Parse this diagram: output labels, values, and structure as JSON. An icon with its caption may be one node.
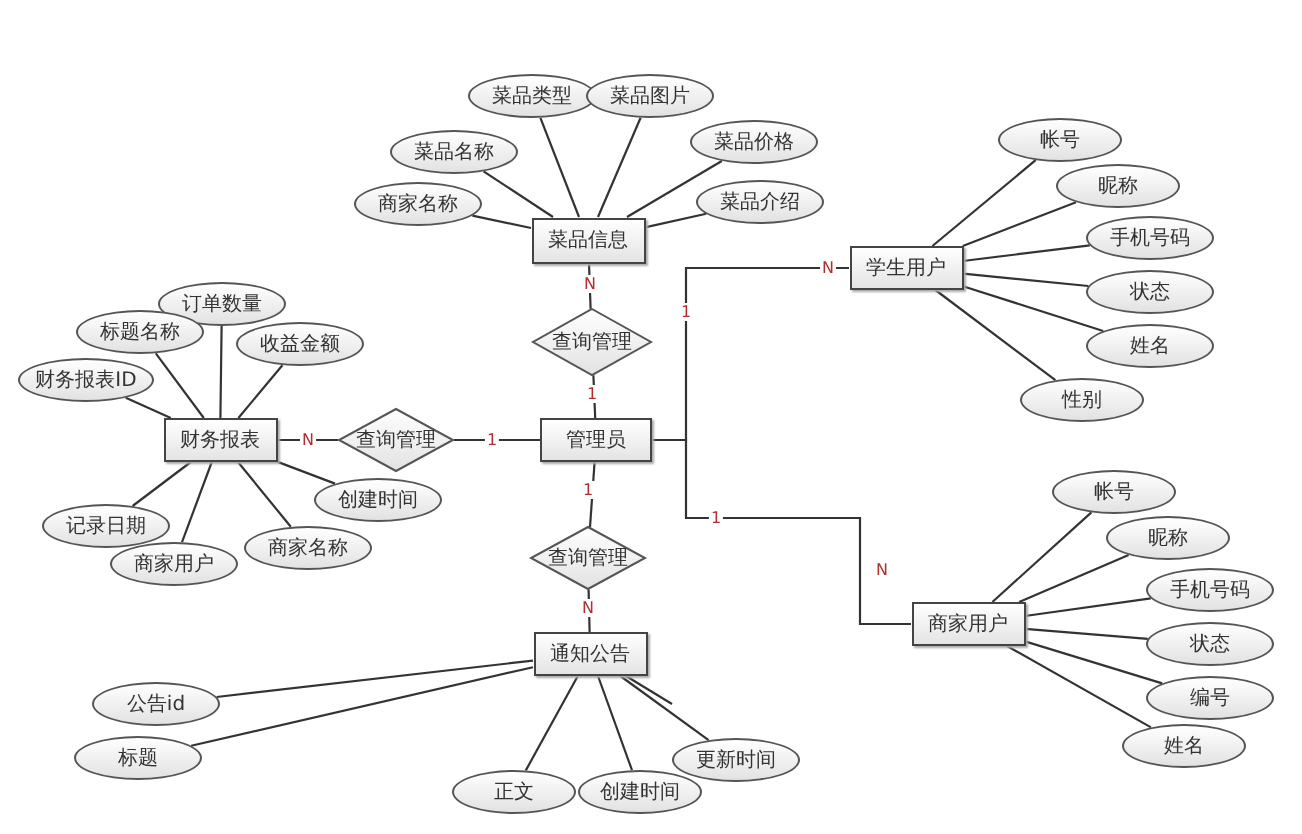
{
  "diagram": {
    "nodes": [
      {
        "text": [
          "菜品信息"
        ]
      },
      {
        "text": [
          "菜品类型"
        ]
      },
      {
        "text": [
          "菜品图片"
        ]
      },
      {
        "text": [
          "菜品名称"
        ]
      },
      {
        "text": [
          "菜品价格"
        ]
      },
      {
        "text": [
          "商家名称"
        ]
      },
      {
        "text": [
          "菜品介绍"
        ]
      },
      {
        "text": [
          "学生用户"
        ]
      },
      {
        "text": [
          "帐号"
        ]
      },
      {
        "text": [
          "昵称"
        ]
      },
      {
        "text": [
          "手机号码"
        ]
      },
      {
        "text": [
          "状态"
        ]
      },
      {
        "text": [
          "姓名"
        ]
      },
      {
        "text": [
          "性别"
        ]
      },
      {
        "text": [
          "查询管理"
        ]
      },
      {
        "text": [
          "管理员"
        ]
      },
      {
        "text": [
          "财务报表"
        ]
      },
      {
        "text": [
          "查询管理"
        ]
      },
      {
        "text": [
          "订单数量"
        ]
      },
      {
        "text": [
          "标题名称"
        ]
      },
      {
        "text": [
          "收益金额"
        ]
      },
      {
        "text": [
          "财务报表ID"
        ]
      },
      {
        "text": [
          "创建时间"
        ]
      },
      {
        "text": [
          "记录日期"
        ]
      },
      {
        "text": [
          "商家用户"
        ]
      },
      {
        "text": [
          "商家名称"
        ]
      },
      {
        "text": [
          "查询管理"
        ]
      },
      {
        "text": [
          "通知公告"
        ]
      },
      {
        "text": [
          "公告id"
        ]
      },
      {
        "text": [
          "标题"
        ]
      },
      {
        "text": [
          "正文"
        ]
      },
      {
        "text": [
          "创建时间"
        ]
      },
      {
        "text": [
          "更新时间"
        ]
      },
      {
        "text": [
          "商家用户"
        ]
      },
      {
        "text": [
          "帐号"
        ]
      },
      {
        "text": [
          "昵称"
        ]
      },
      {
        "text": [
          "手机号码"
        ]
      },
      {
        "text": [
          "状态"
        ]
      },
      {
        "text": [
          "编号"
        ]
      },
      {
        "text": [
          "姓名"
        ]
      }
    ],
    "edges": [
      {
        "from": 0,
        "to": 1,
        "arrow": "none"
      },
      {
        "from": 0,
        "to": 2,
        "arrow": "none"
      },
      {
        "from": 0,
        "to": 3,
        "arrow": "none"
      },
      {
        "from": 0,
        "to": 4,
        "arrow": "none"
      },
      {
        "from": 0,
        "to": 5,
        "arrow": "none"
      },
      {
        "from": 0,
        "to": 6,
        "arrow": "none"
      },
      {
        "from": 7,
        "to": 8,
        "arrow": "none"
      },
      {
        "from": 7,
        "to": 9,
        "arrow": "none"
      },
      {
        "from": 7,
        "to": 10,
        "arrow": "none"
      },
      {
        "from": 7,
        "to": 11,
        "arrow": "none"
      },
      {
        "from": 7,
        "to": 12,
        "arrow": "none"
      },
      {
        "from": 7,
        "to": 13,
        "arrow": "none"
      },
      {
        "from": 14,
        "to": 0,
        "arrow": "none",
        "label": "N"
      },
      {
        "from": 14,
        "to": 15,
        "arrow": "none",
        "label": "1"
      },
      {
        "from": 15,
        "to": 7,
        "arrow": "none",
        "label": "N"
      },
      {
        "from": 15,
        "to": 33,
        "arrow": "none",
        "label": "N"
      },
      {
        "from": 17,
        "to": 16,
        "arrow": "none",
        "label": "N"
      },
      {
        "from": 17,
        "to": 15,
        "arrow": "none",
        "label": "1"
      },
      {
        "from": 16,
        "to": 18,
        "arrow": "none"
      },
      {
        "from": 16,
        "to": 19,
        "arrow": "none"
      },
      {
        "from": 16,
        "to": 20,
        "arrow": "none"
      },
      {
        "from": 16,
        "to": 21,
        "arrow": "none"
      },
      {
        "from": 16,
        "to": 22,
        "arrow": "none"
      },
      {
        "from": 16,
        "to": 23,
        "arrow": "none"
      },
      {
        "from": 16,
        "to": 24,
        "arrow": "none"
      },
      {
        "from": 16,
        "to": 25,
        "arrow": "none"
      },
      {
        "from": 26,
        "to": 15,
        "arrow": "none",
        "label": "1"
      },
      {
        "from": 26,
        "to": 27,
        "arrow": "none",
        "label": "N"
      },
      {
        "from": 27,
        "to": 28,
        "arrow": "none"
      },
      {
        "from": 27,
        "to": 29,
        "arrow": "none"
      },
      {
        "from": 27,
        "to": 30,
        "arrow": "none"
      },
      {
        "from": 27,
        "to": 31,
        "arrow": "none"
      },
      {
        "from": 27,
        "to": 32,
        "arrow": "none"
      },
      {
        "from": 27,
        "to": null,
        "arrow": "none"
      },
      {
        "from": 33,
        "to": 34,
        "arrow": "none"
      },
      {
        "from": 33,
        "to": 35,
        "arrow": "none"
      },
      {
        "from": 33,
        "to": 36,
        "arrow": "none"
      },
      {
        "from": 33,
        "to": 37,
        "arrow": "none"
      },
      {
        "from": 33,
        "to": 38,
        "arrow": "none"
      },
      {
        "from": 33,
        "to": 39,
        "arrow": "none"
      }
    ],
    "labels": [
      "1",
      "1"
    ]
  }
}
